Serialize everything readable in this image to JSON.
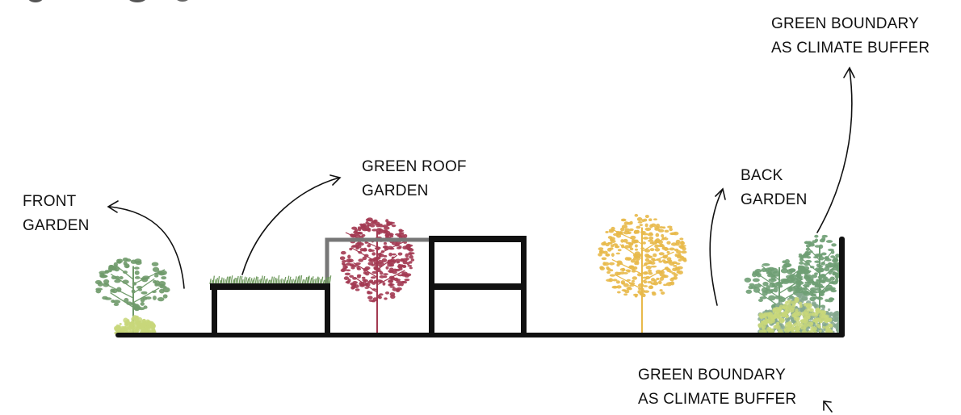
{
  "labels": {
    "front_garden": [
      "FRONT",
      "GARDEN"
    ],
    "green_roof_garden": [
      "GREEN ROOF",
      "GARDEN"
    ],
    "back_garden": [
      "BACK",
      "GARDEN"
    ],
    "boundary_top": [
      "GREEN BOUNDARY",
      "AS CLIMATE BUFFER"
    ],
    "boundary_bottom": [
      "GREEN BOUNDARY",
      "AS CLIMATE BUFFER"
    ]
  },
  "colors": {
    "structure": "#111111",
    "roof_extension": "#777777",
    "grass": "#6f9a5e",
    "front_tree": "#6f9a6a",
    "shrub_yellow": "#c8d77a",
    "red_tree": "#a33a52",
    "yellow_tree": "#e8b94a",
    "back_green": "#6f9e74",
    "back_grey_green": "#85a88e"
  }
}
